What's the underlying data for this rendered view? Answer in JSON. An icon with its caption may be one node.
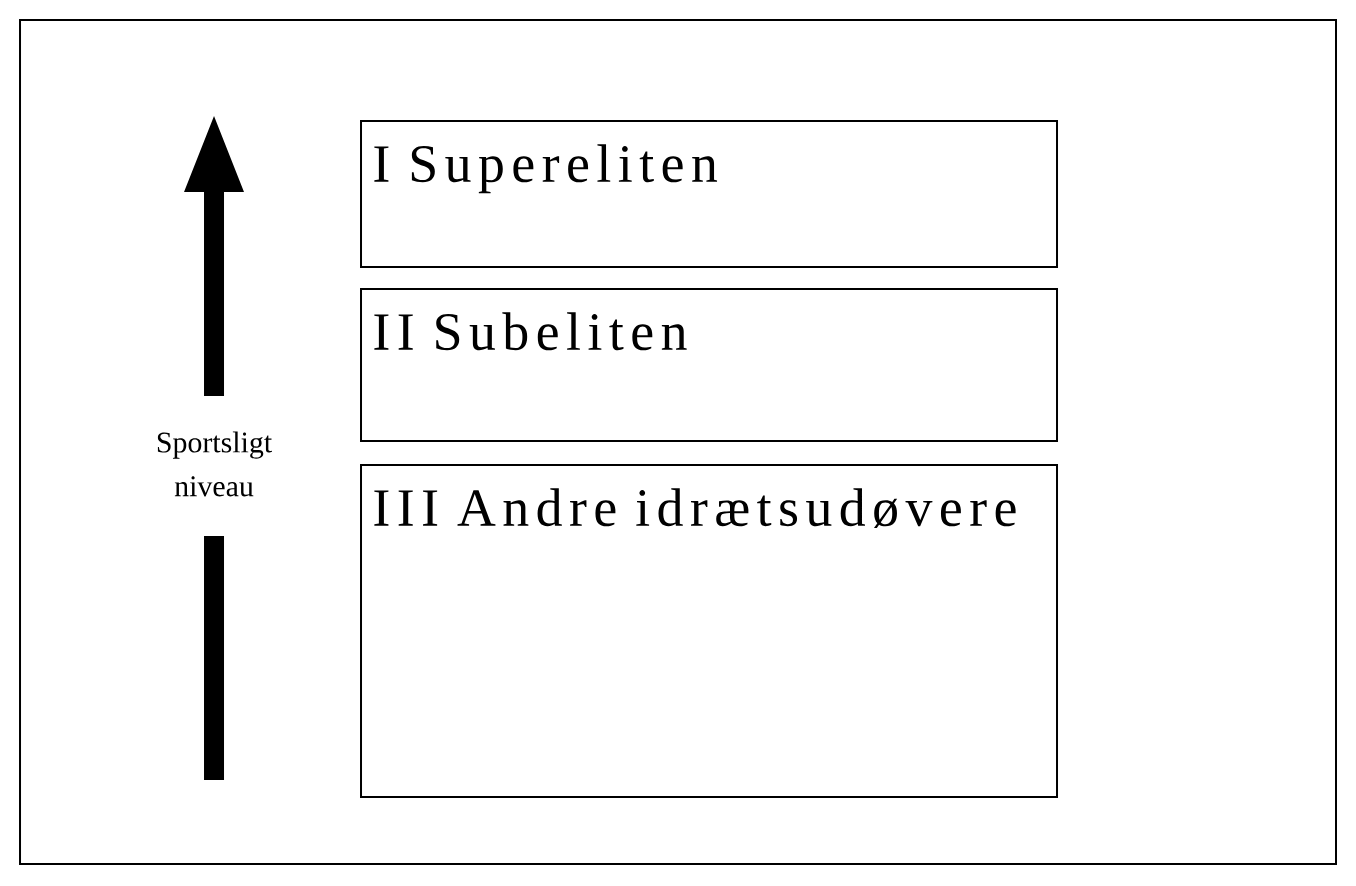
{
  "diagram": {
    "nodes": [
      {
        "text": [
          "I Supereliten"
        ]
      },
      {
        "text": [
          "II Subeliten"
        ]
      },
      {
        "text": [
          "III Andre idrætsudøvere"
        ]
      }
    ],
    "labels": [
      "Sportsligt niveau"
    ]
  }
}
